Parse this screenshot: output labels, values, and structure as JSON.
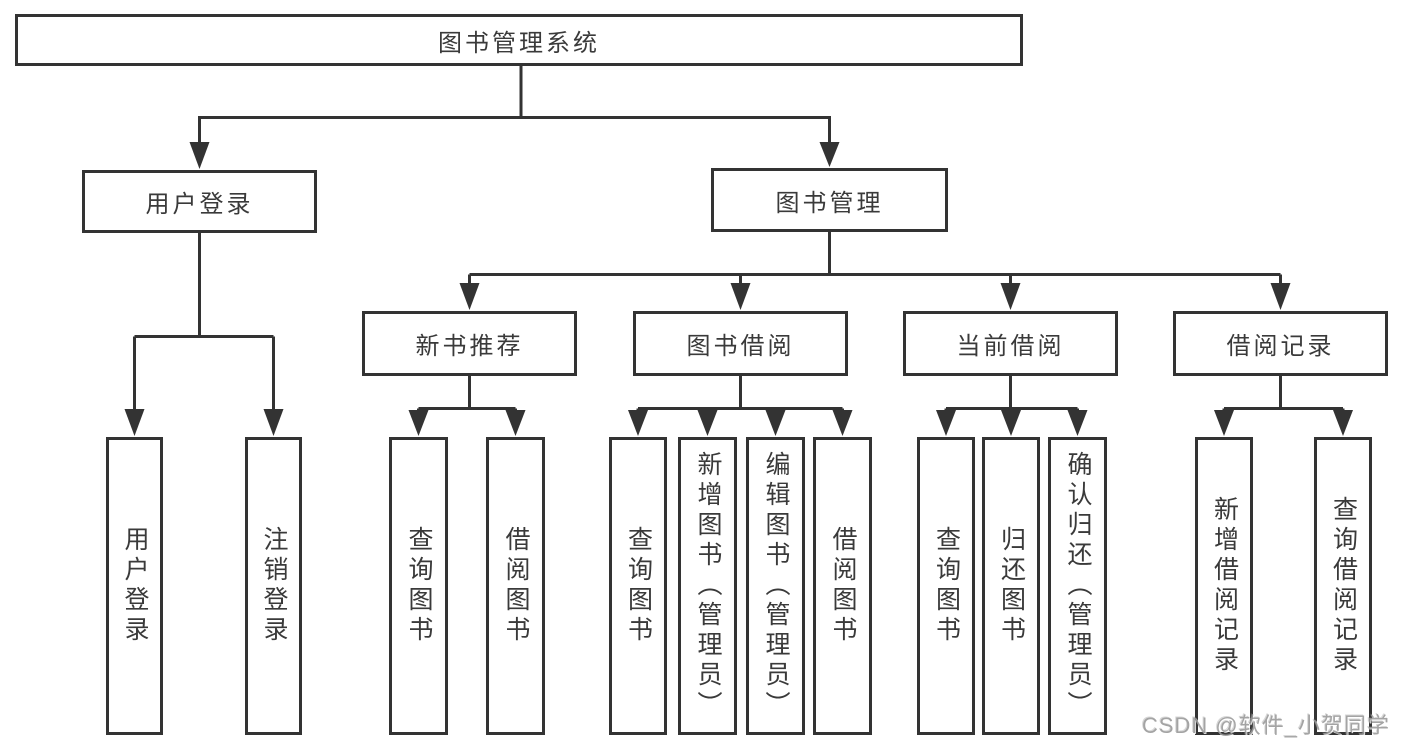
{
  "diagram": {
    "root": {
      "label": "图书管理系统"
    },
    "level1": [
      {
        "label": "用户登录"
      },
      {
        "label": "图书管理"
      }
    ],
    "level2": [
      {
        "label": "新书推荐"
      },
      {
        "label": "图书借阅"
      },
      {
        "label": "当前借阅"
      },
      {
        "label": "借阅记录"
      }
    ],
    "leaves": {
      "login": [
        "用户登录",
        "注销登录"
      ],
      "new_book": [
        "查询图书",
        "借阅图书"
      ],
      "book_borrow": [
        "查询图书",
        "新增图书（管理员）",
        "编辑图书（管理员）",
        "借阅图书"
      ],
      "current_borrow": [
        "查询图书",
        "归还图书",
        "确认归还（管理员）"
      ],
      "borrow_records": [
        "新增借阅记录",
        "查询借阅记录"
      ]
    }
  },
  "watermark": {
    "text": "CSDN @软件_小贺同学"
  },
  "colors": {
    "line": "#333333",
    "text": "#3a3a3a",
    "watermark": "#9b9b9b",
    "background": "#ffffff"
  }
}
